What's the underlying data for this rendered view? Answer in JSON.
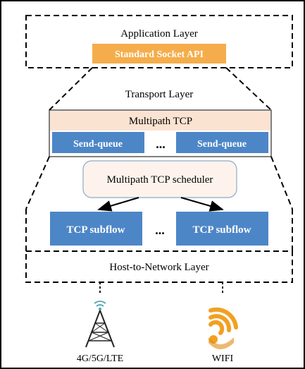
{
  "diagram": {
    "application_layer": {
      "title": "Application Layer",
      "api_label": "Standard Socket API"
    },
    "transport_layer": {
      "title": "Transport Layer",
      "mptcp_label": "Multipath TCP",
      "send_queue_left": "Send-queue",
      "send_queue_right": "Send-queue",
      "queue_ellipsis": "...",
      "scheduler_label": "Multipath TCP scheduler",
      "subflow_left": "TCP subflow",
      "subflow_right": "TCP subflow",
      "subflow_ellipsis": "..."
    },
    "host_to_network_layer": {
      "title": "Host-to-Network Layer"
    },
    "interfaces": [
      {
        "label": "4G/5G/LTE",
        "icon": "cell-tower-icon"
      },
      {
        "label": "WIFI",
        "icon": "wifi-icon"
      }
    ],
    "colors": {
      "api_orange": "#f5ad4b",
      "queue_blue": "#4d86c7",
      "mptcp_peach": "#fbe3d2",
      "scheduler_fill": "#fdf3ec",
      "wifi_orange": "#f2a022",
      "tower_teal": "#4aa6b3"
    }
  }
}
